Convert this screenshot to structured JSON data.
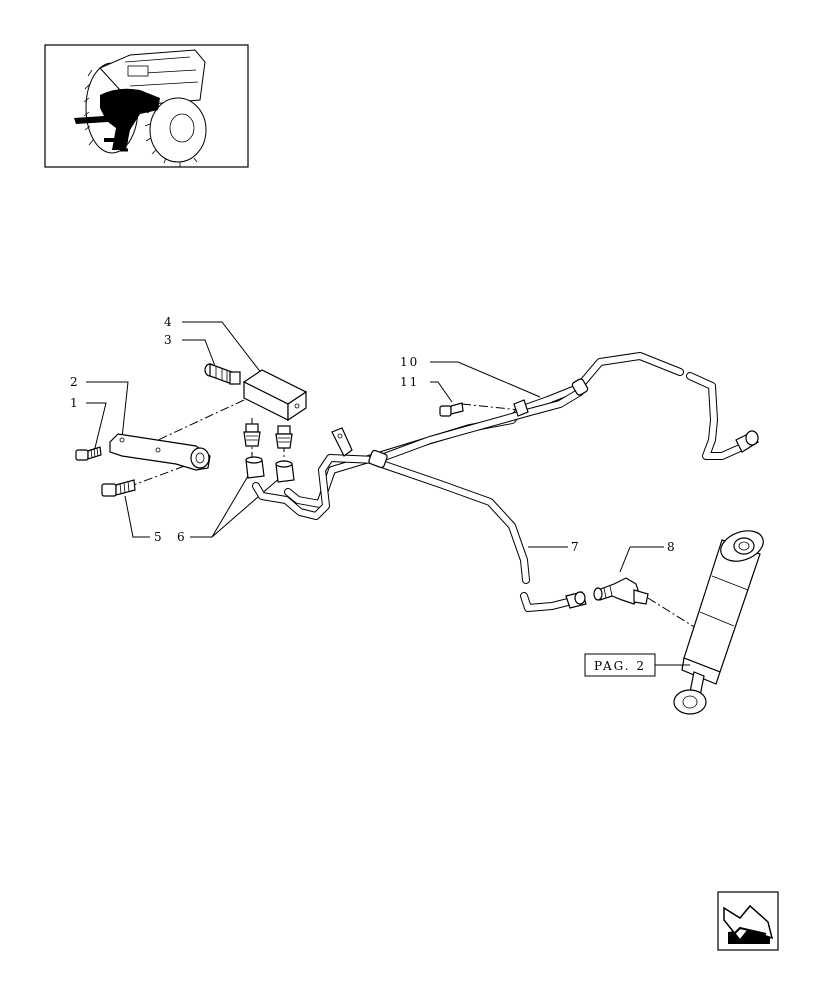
{
  "callouts": {
    "c1": "1",
    "c2": "2",
    "c3": "3",
    "c4": "4",
    "c5": "5",
    "c6": "6",
    "c7": "7",
    "c8": "8",
    "c10": "10",
    "c11": "11"
  },
  "page_ref": "PAG. 2",
  "icons": {
    "thumbnail": "tractor-location-thumbnail-icon",
    "next_page": "next-page-arrow-icon"
  }
}
